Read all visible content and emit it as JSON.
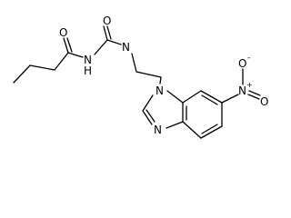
{
  "molecule": {
    "atom_labels": {
      "o_amide": "O",
      "nh_amide": "N",
      "nh_amide_h": "H",
      "o_urea": "O",
      "n_urea": "N",
      "n1_imidazole": "N",
      "n3_imidazole": "N",
      "n_nitro": "N",
      "n_nitro_charge": "+",
      "o_nitro_top": "O",
      "o_nitro_top_charge": "-",
      "o_nitro_right": "O"
    }
  }
}
